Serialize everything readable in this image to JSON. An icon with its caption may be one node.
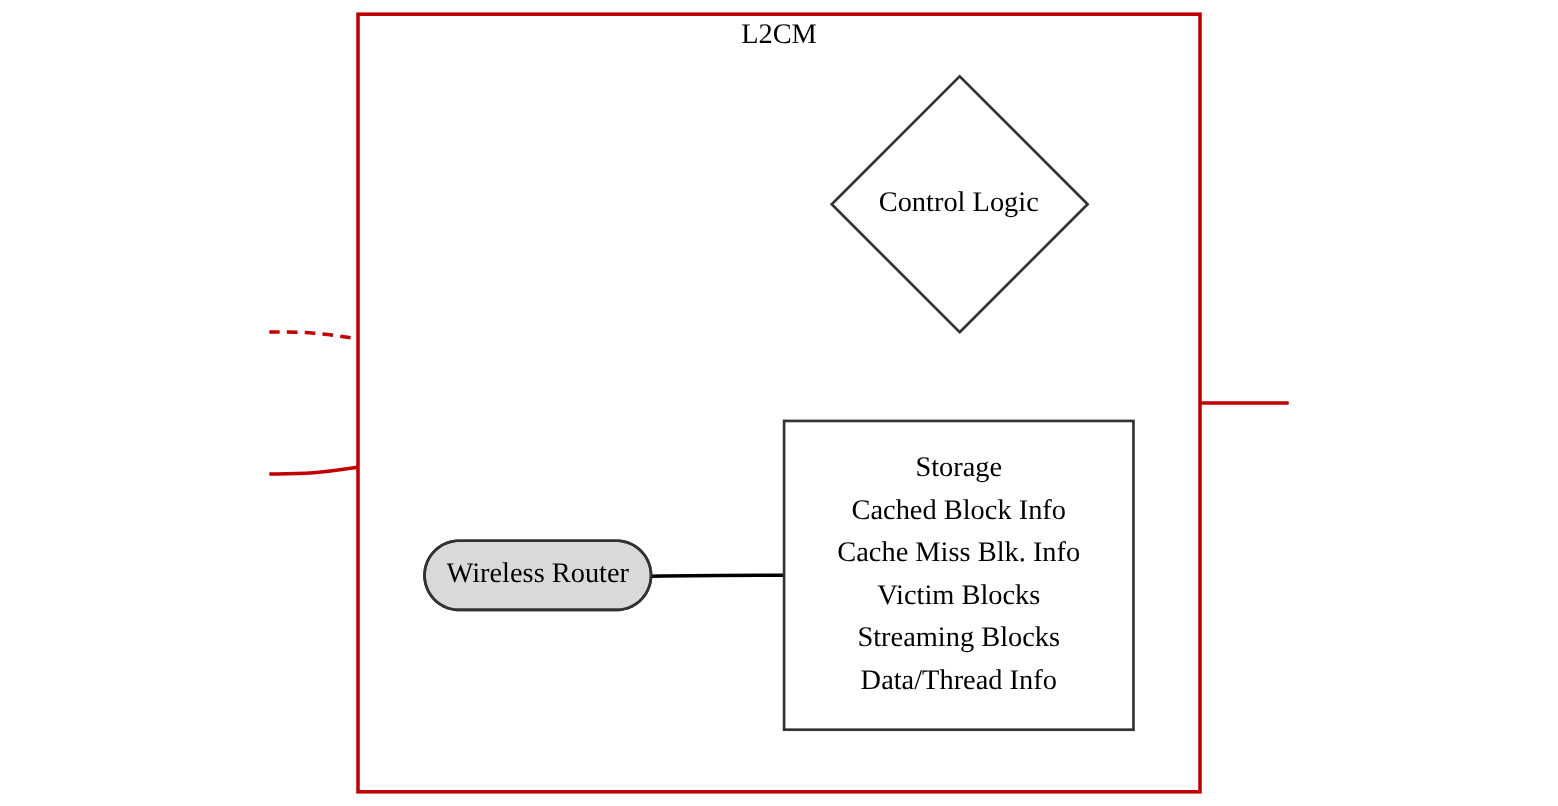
{
  "diagram": {
    "nodes": [
      {
        "text": [
          "L2CM"
        ]
      },
      {
        "text": [
          "Control Logic"
        ],
        "in": 0
      },
      {
        "text": [
          "Wireless Router"
        ],
        "in": 0
      },
      {
        "text": [
          "Storage",
          "Cached Block Info",
          "Cache Miss Blk. Info",
          "Victim Blocks",
          "Streaming Blocks",
          "Data/Thread Info"
        ],
        "in": 0
      }
    ],
    "edges": [
      {
        "from": 2,
        "to": 3,
        "arrow": "none",
        "color": "#000000"
      },
      {
        "from": null,
        "to": 0,
        "arrow": "none",
        "style": "dashed",
        "color": "#c00000"
      },
      {
        "from": null,
        "to": 0,
        "arrow": "none",
        "color": "#c00000"
      },
      {
        "from": 0,
        "to": null,
        "arrow": "none",
        "color": "#c00000"
      }
    ]
  }
}
